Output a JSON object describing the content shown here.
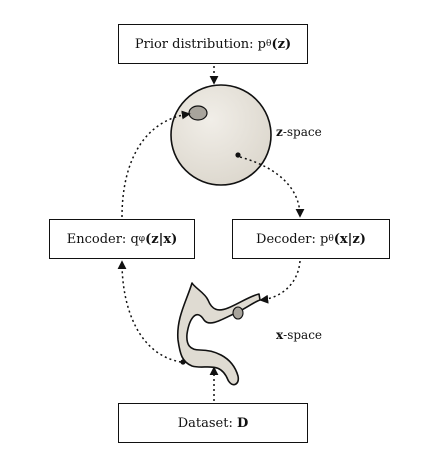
{
  "diagram": {
    "prior": {
      "prefix": "Prior distribution: p",
      "sub": "θ",
      "args": "(z)"
    },
    "encoder": {
      "prefix": "Encoder: q",
      "sub": "φ",
      "args": "(z|x)"
    },
    "decoder": {
      "prefix": "Decoder: p",
      "sub": "θ",
      "args": "(x|z)"
    },
    "dataset": {
      "prefix": "Dataset: ",
      "bold": "D"
    },
    "z_space": {
      "var": "z",
      "suffix": "-space"
    },
    "x_space": {
      "var": "x",
      "suffix": "-space"
    }
  },
  "colors": {
    "stroke": "#111111",
    "z_sphere_fill": "#e4e0d8",
    "x_manifold_fill": "#dfdbd2",
    "region_fill": "#a8a49c"
  }
}
